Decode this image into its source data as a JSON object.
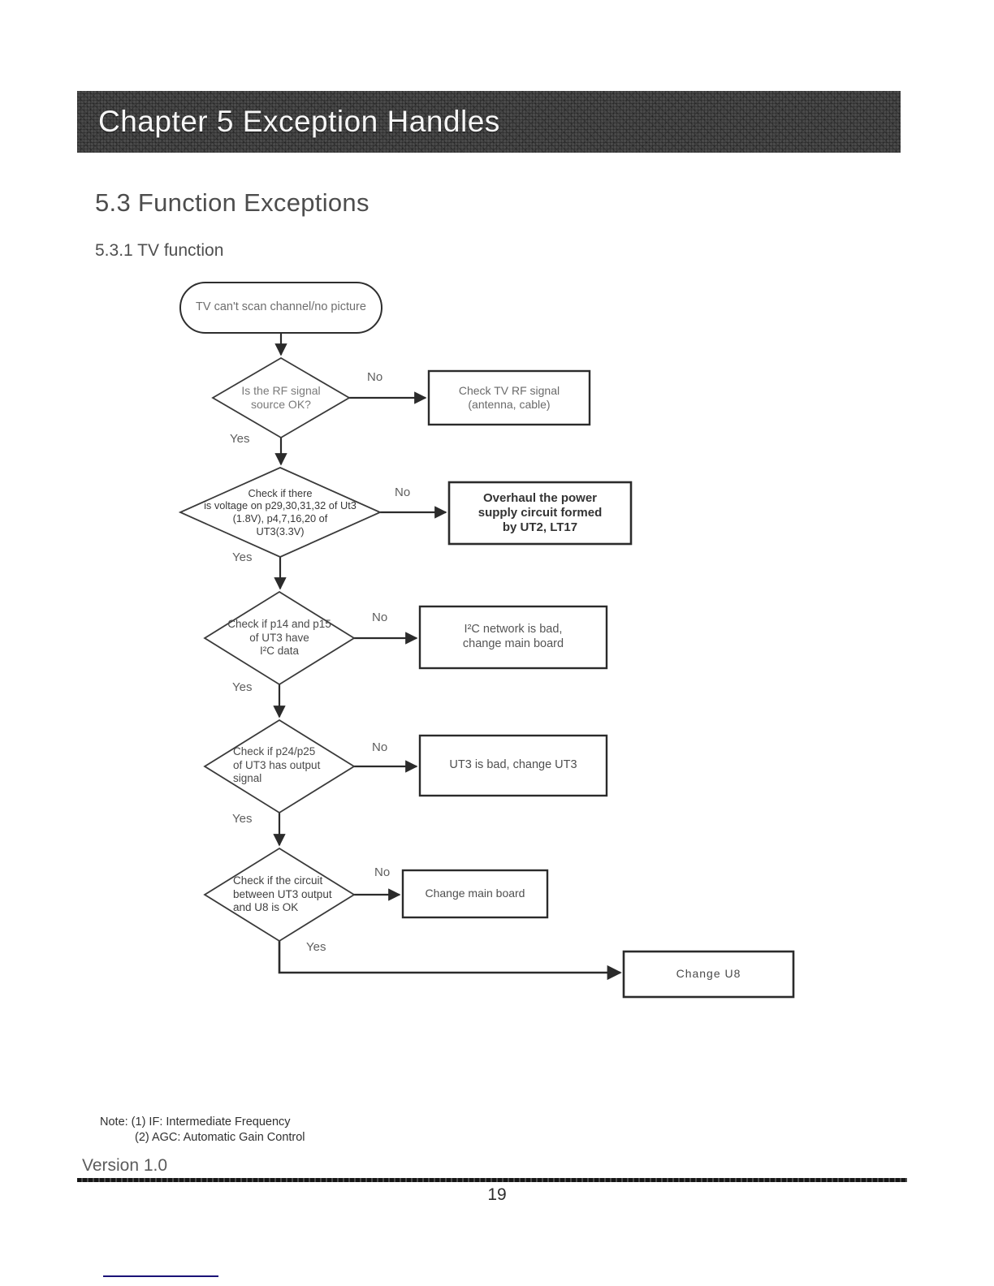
{
  "banner": {
    "title": "Chapter 5 Exception Handles"
  },
  "headings": {
    "section": "5.3 Function Exceptions",
    "subsection": "5.3.1 TV function"
  },
  "flowchart": {
    "start_label": "TV can't scan channel/no picture",
    "yes_label": "Yes",
    "no_label": "No",
    "decisions": [
      {
        "text": "Is the RF signal\nsource OK?",
        "no_action": "Check TV RF signal\n(antenna, cable)"
      },
      {
        "text": "Check if there\nis voltage on p29,30,31,32 of Ut3\n(1.8V), p4,7,16,20 of\nUT3(3.3V)",
        "no_action": "Overhaul the power\nsupply circuit formed\nby UT2, LT17"
      },
      {
        "text": "Check if p14 and p15\nof UT3 have\nI²C data",
        "no_action": "I²C network is bad,\nchange main board"
      },
      {
        "text": "Check if p24/p25\nof UT3 has output\nsignal",
        "no_action": "UT3 is bad, change UT3"
      },
      {
        "text": "Check if the circuit\nbetween UT3 output\nand U8 is OK",
        "no_action": "Change main board"
      }
    ],
    "final_yes_action": "Change  U8"
  },
  "footer": {
    "note_line1": "Note: (1) IF: Intermediate Frequency",
    "note_line2": "(2) AGC: Automatic Gain Control",
    "version": "Version 1.0",
    "page_number": "19"
  },
  "colors": {
    "banner_bg": "#4a4a4a",
    "banner_text": "#f6f6f6",
    "flow_line": "#2b2b2b",
    "footer_rule": "#161616",
    "bottom_link_line": "#1a1277"
  }
}
